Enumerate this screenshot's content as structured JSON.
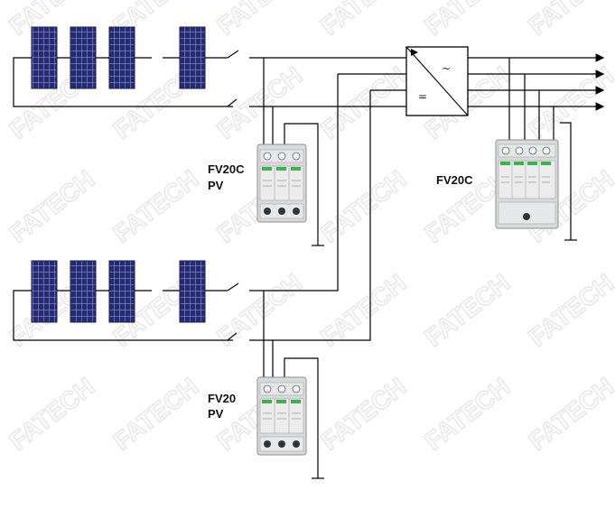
{
  "watermark": {
    "text": "FATECH"
  },
  "inverter": {
    "ac_symbol": "~",
    "dc_symbol": "="
  },
  "spd_labels": {
    "pv_top": {
      "line1": "FV20C",
      "line2": "PV"
    },
    "ac": {
      "line1": "FV20C"
    },
    "pv_bottom": {
      "line1": "FV20",
      "line2": "PV"
    }
  },
  "colors": {
    "panel": "#252b72",
    "panel_grid": "#8a90cc",
    "wire": "#000000",
    "device_body": "#d9dadb",
    "device_window": "#3db24a"
  }
}
